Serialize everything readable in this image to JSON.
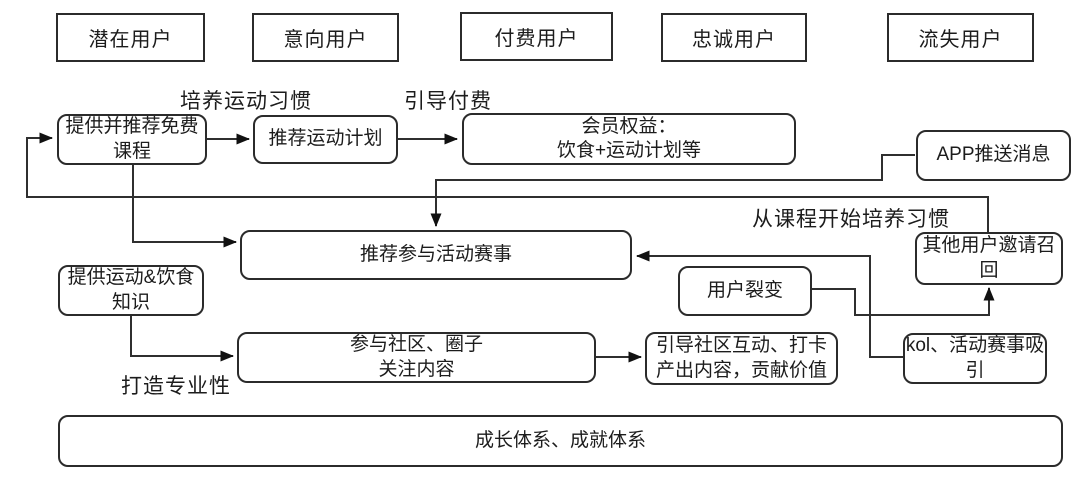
{
  "stages": [
    {
      "label": "潜在用户"
    },
    {
      "label": "意向用户"
    },
    {
      "label": "付费用户"
    },
    {
      "label": "忠诚用户"
    },
    {
      "label": "流失用户"
    }
  ],
  "nodes": {
    "free_course": {
      "label": "提供并推荐免费\n课程"
    },
    "sport_plan": {
      "label": "推荐运动计划"
    },
    "membership": {
      "label": "会员权益：\n饮食+运动计划等"
    },
    "app_push": {
      "label": "APP推送消息"
    },
    "events": {
      "label": "推荐参与活动赛事"
    },
    "knowledge": {
      "label": "提供运动&饮食\n知识"
    },
    "fission": {
      "label": "用户裂变"
    },
    "invite_recall": {
      "label": "其他用户邀请召\n回"
    },
    "kol": {
      "label": "kol、活动赛事吸\n引"
    },
    "community": {
      "label": "参与社区、圈子\n关注内容"
    },
    "ugc": {
      "label": "引导社区互动、打卡\n产出内容，贡献价值"
    },
    "growth": {
      "label": "成长体系、成就体系"
    }
  },
  "edge_labels": {
    "cultivate_habit": "培养运动习惯",
    "guide_payment": "引导付费",
    "recall_from_course": "从课程开始培养习惯",
    "build_expertise": "打造专业性"
  },
  "colors": {
    "stroke": "#2f2f2f",
    "background": "#ffffff",
    "text": "#1c1c1c"
  }
}
